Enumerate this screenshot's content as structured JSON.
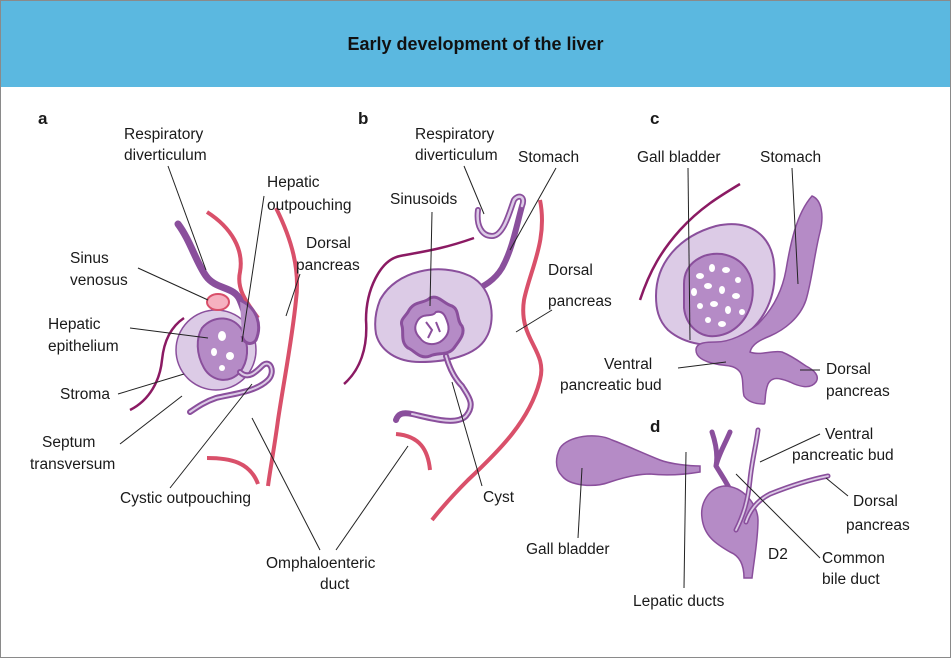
{
  "title": "Early development of the liver",
  "colors": {
    "header": "#5bb8e0",
    "tissue_fill": "#b58bc6",
    "tissue_stroke": "#8a4f9c",
    "light_fill": "#dccbe6",
    "pink_stroke": "#d9506a",
    "pink_fill": "#f6b1c0",
    "dark_line": "#8b1a63"
  },
  "panels": {
    "a": {
      "letter": "a",
      "labels": {
        "respiratory": [
          "Respiratory",
          "diverticulum"
        ],
        "hepatic_outpouching": [
          "Hepatic",
          "outpouching"
        ],
        "dorsal_pancreas": [
          "Dorsal",
          "pancreas"
        ],
        "sinus_venosus": [
          "Sinus",
          "venosus"
        ],
        "hepatic_epithelium": [
          "Hepatic",
          "epithelium"
        ],
        "stroma": "Stroma",
        "septum": [
          "Septum",
          "transversum"
        ],
        "cystic": "Cystic outpouching"
      }
    },
    "b": {
      "letter": "b",
      "labels": {
        "respiratory": [
          "Respiratory",
          "diverticulum"
        ],
        "stomach": "Stomach",
        "sinusoids": "Sinusoids",
        "dorsal_pancreas": [
          "Dorsal",
          "pancreas"
        ],
        "cyst": "Cyst"
      }
    },
    "shared": {
      "omphaloenteric": [
        "Omphaloenteric",
        "duct"
      ]
    },
    "c": {
      "letter": "c",
      "labels": {
        "gall_bladder": "Gall bladder",
        "stomach": "Stomach",
        "ventral_bud": [
          "Ventral",
          "pancreatic bud"
        ],
        "dorsal_pancreas": [
          "Dorsal",
          "pancreas"
        ]
      }
    },
    "d": {
      "letter": "d",
      "labels": {
        "ventral_bud": [
          "Ventral",
          "pancreatic bud"
        ],
        "dorsal_pancreas": [
          "Dorsal",
          "pancreas"
        ],
        "gall_bladder": "Gall bladder",
        "d2": "D2",
        "common_bile": [
          "Common",
          "bile duct"
        ],
        "lepatic": "Lepatic ducts"
      }
    }
  }
}
